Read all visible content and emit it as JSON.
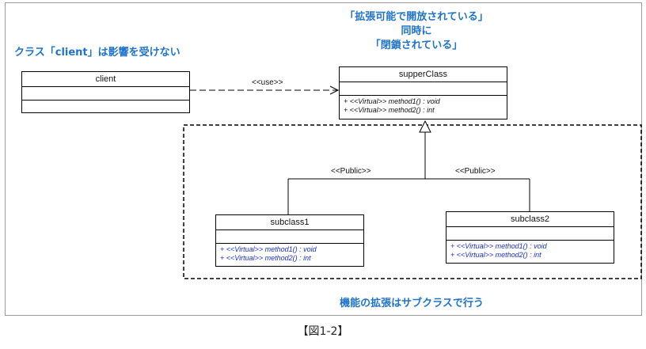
{
  "annotations": {
    "top_line1": "「拡張可能で開放されている」",
    "top_line2": "同時に",
    "top_line3": "「閉鎖されている」",
    "left_note": "クラス「client」は影響を受けない",
    "bottom_note": "機能の拡張はサブクラスで行う"
  },
  "caption": "【図1-2】",
  "classes": {
    "client": {
      "name": "client"
    },
    "supper": {
      "name": "supperClass",
      "ops": [
        "+ <<Virtual>> method1() : void",
        "+ <<Virtual>> method2() : int"
      ]
    },
    "sub1": {
      "name": "subclass1",
      "ops": [
        "+ <<Virtual>> method1() : void",
        "+ <<Virtual>> method2() : int"
      ]
    },
    "sub2": {
      "name": "subclass2",
      "ops": [
        "+ <<Virtual>> method1() : void",
        "+ <<Virtual>> method2() : int"
      ]
    }
  },
  "relations": {
    "use_label": "<<use>>",
    "public_left": "<<Public>>",
    "public_right": "<<Public>>"
  },
  "colors": {
    "annotation": "#1f73c9",
    "subclass_ops": "#1a2fd0",
    "frame": "#9a9a9a"
  }
}
